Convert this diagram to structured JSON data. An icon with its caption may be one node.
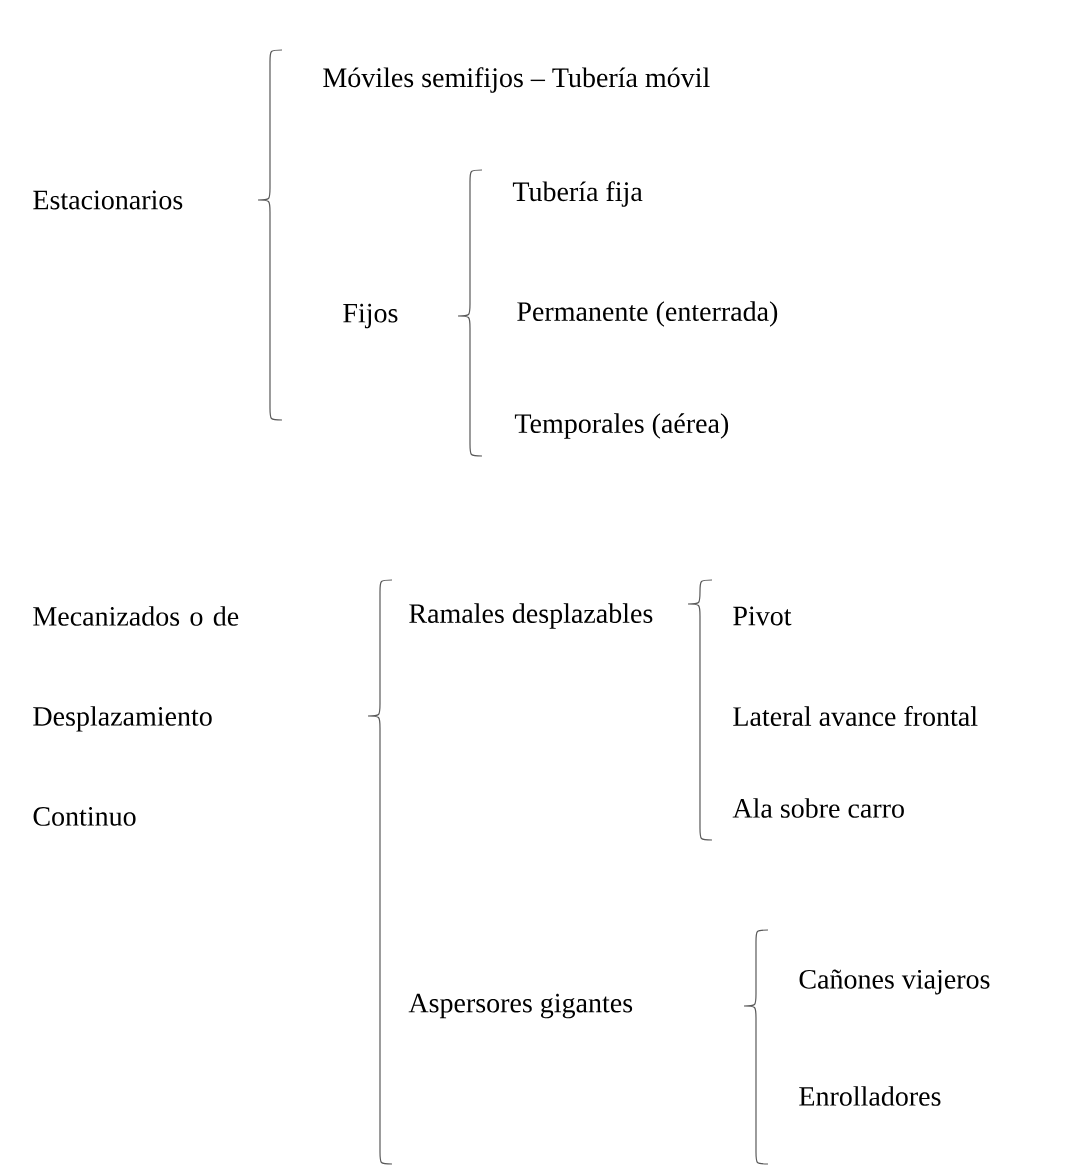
{
  "diagram": {
    "nodes": [
      {
        "text": [
          "Estacionarios"
        ]
      },
      {
        "text": [
          "Móviles semifijos – Tubería móvil"
        ]
      },
      {
        "text": [
          "Fijos"
        ]
      },
      {
        "text": [
          "Tubería fija"
        ]
      },
      {
        "text": [
          "Permanente (enterrada)"
        ]
      },
      {
        "text": [
          "Temporales (aérea)"
        ]
      },
      {
        "text": [
          "Mecanizados o de Desplazamiento Continuo"
        ]
      },
      {
        "text": [
          "Ramales desplazables"
        ]
      },
      {
        "text": [
          "Pivot"
        ]
      },
      {
        "text": [
          "Lateral avance frontal"
        ]
      },
      {
        "text": [
          "Ala sobre carro"
        ]
      },
      {
        "text": [
          "Aspersores gigantes"
        ]
      },
      {
        "text": [
          "Cañones viajeros"
        ]
      },
      {
        "text": [
          "Enrolladores"
        ]
      }
    ]
  }
}
